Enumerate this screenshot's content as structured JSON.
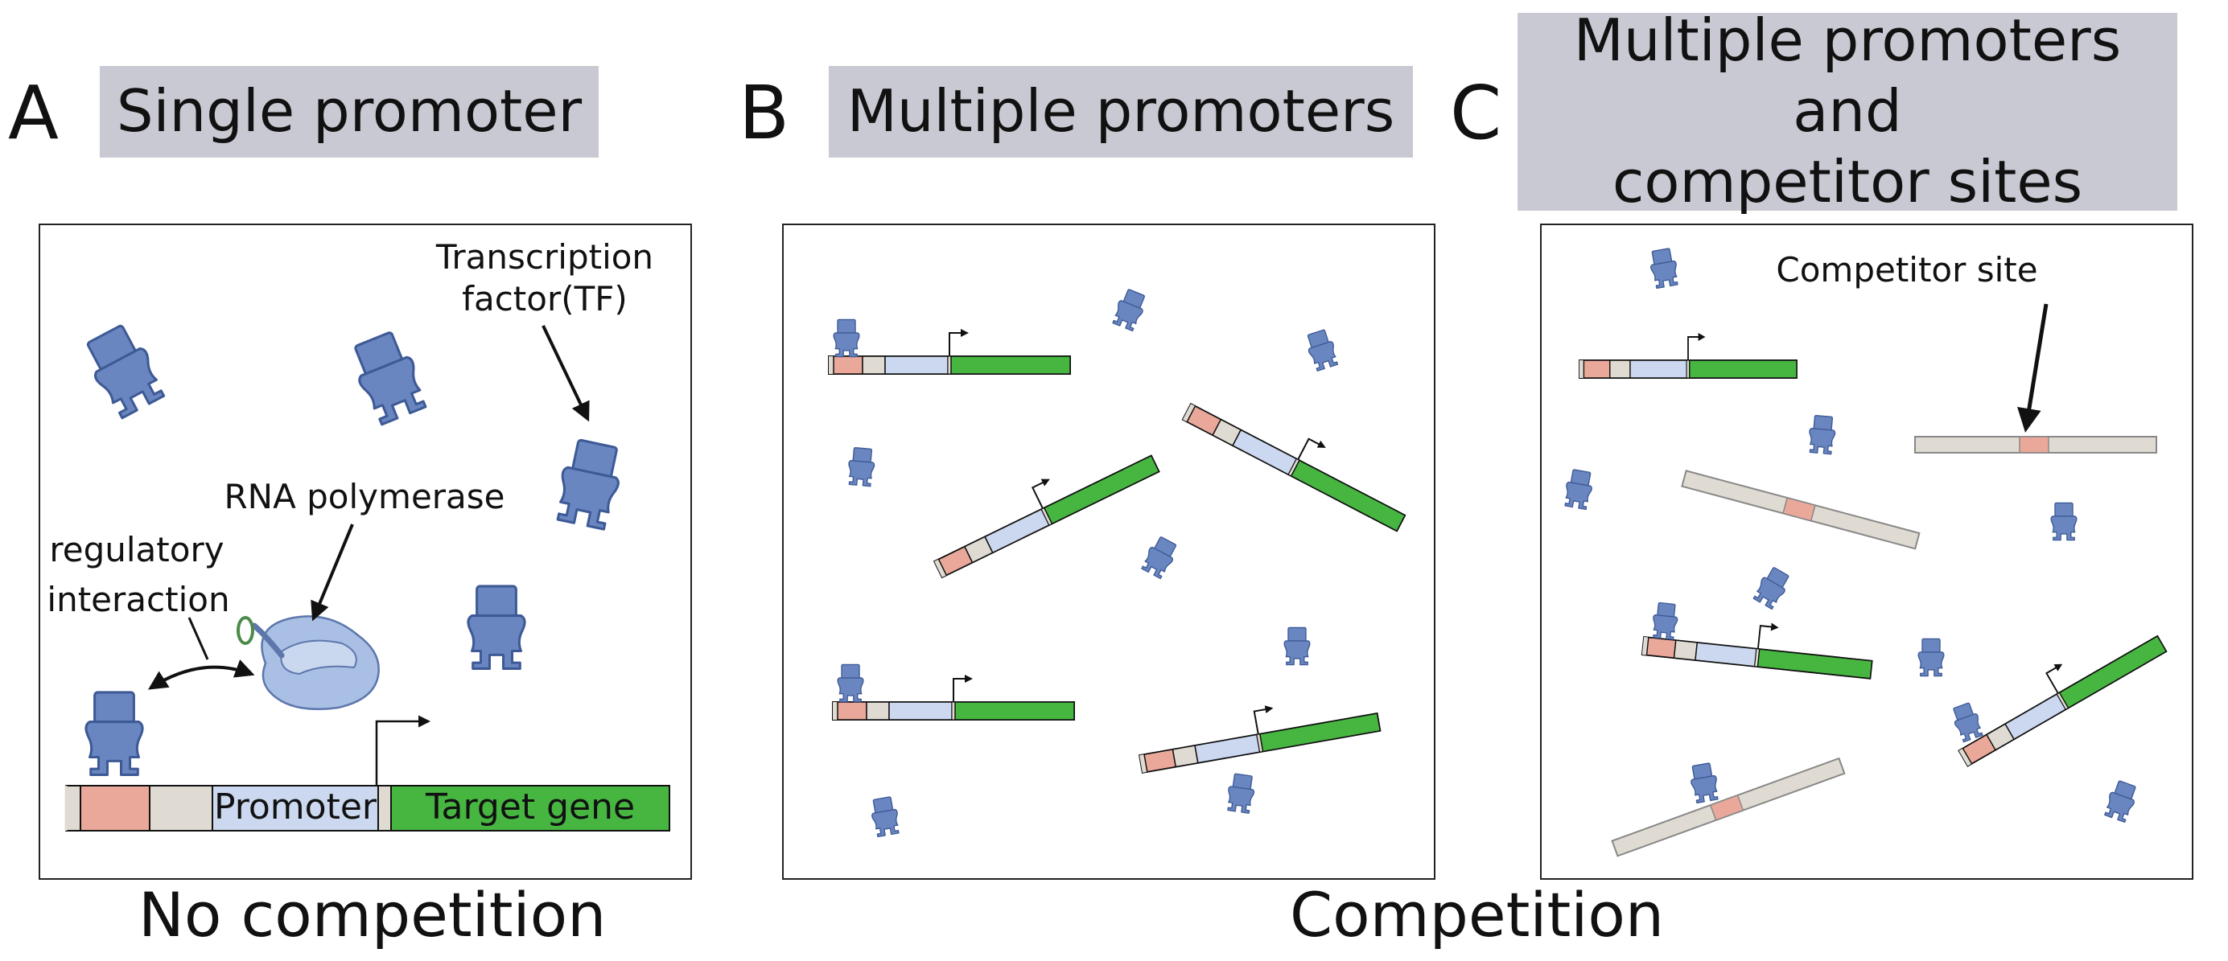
{
  "panels": [
    {
      "letter": "A",
      "title": "Single promoter"
    },
    {
      "letter": "B",
      "title": "Multiple promoters"
    },
    {
      "letter": "C",
      "title_line1": "Multiple promoters and",
      "title_line2": "competitor sites"
    }
  ],
  "labels": {
    "tf_line1": "Transcription",
    "tf_line2": "factor(TF)",
    "rnap": "RNA polymerase",
    "reg_line1": "regulatory",
    "reg_line2": "interaction",
    "promoter": "Promoter",
    "target_gene": "Target gene",
    "competitor_site": "Competitor site"
  },
  "captions": {
    "no_competition": "No competition",
    "competition": "Competition"
  },
  "colors": {
    "tf": "#6a86c0",
    "tf_stroke": "#3e5a96",
    "rnap": "#a9bfe3",
    "tf_site": "#eaa89a",
    "spacer": "#e0dbd2",
    "promoter": "#cbd8ef",
    "gene": "#46b641",
    "title_box": "#c9c9d3"
  }
}
